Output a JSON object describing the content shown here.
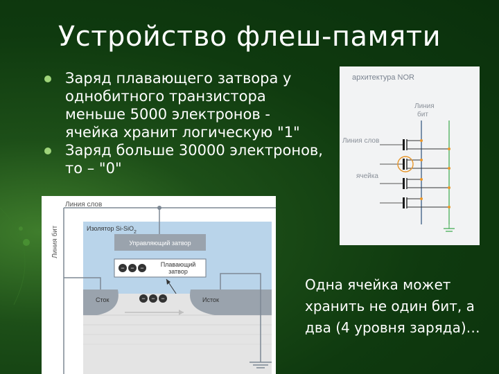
{
  "slide": {
    "title": "Устройство флеш-памяти",
    "bullets": [
      "Заряд плавающего затвора у однобитного транзистора меньше 5000 электронов - ячейка хранит логическую \"1\"",
      "Заряд больше 30000 электронов, то – \"0\""
    ],
    "caption": "Одна ячейка может хранить не один бит, а два (4 уровня заряда)…"
  },
  "nor_diagram": {
    "title": "архитектура NOR",
    "bitline_label_1": "Линия",
    "bitline_label_2": "бит",
    "wordline_label": "Линия слов",
    "cell_label": "ячейка"
  },
  "cell_diagram": {
    "wordline_label": "Линия слов",
    "bitline_label": "Линия бит",
    "insulator_label": "Изолятор Si-SiO",
    "insulator_sub": "2",
    "control_gate_label": "Управляющий затвор",
    "floating_gate_label_1": "Плавающий",
    "floating_gate_label_2": "затвор",
    "drain_label": "Сток",
    "source_label": "Исток",
    "electron_symbol": "−"
  },
  "colors": {
    "background": "#0f3a0f",
    "bullet": "#9fd47a",
    "green_line": "#3aa84a",
    "orange_dot": "#e8962a",
    "insulator": "#b9d4ea",
    "control_gate": "#9aa3ad"
  }
}
